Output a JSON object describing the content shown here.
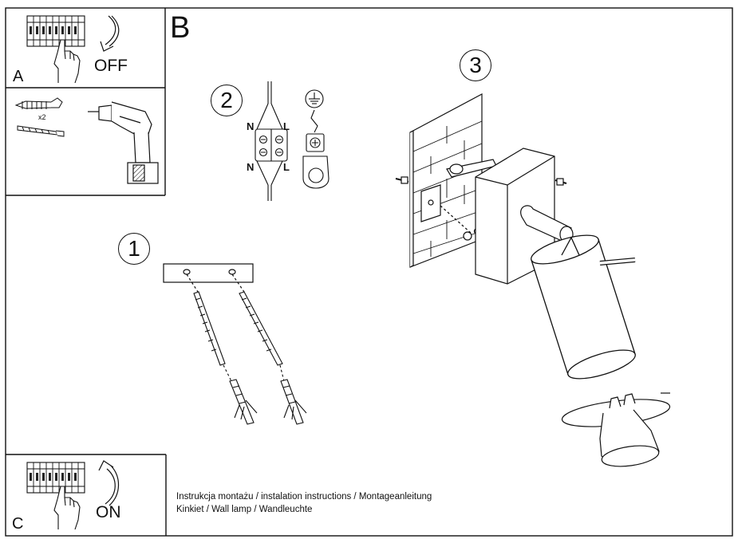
{
  "panels": {
    "a": {
      "letter": "A",
      "state": "OFF"
    },
    "c": {
      "letter": "C",
      "state": "ON"
    }
  },
  "main": {
    "letter": "B",
    "steps": [
      "1",
      "2",
      "3"
    ]
  },
  "tools": {
    "dowel_quantity": "x2"
  },
  "wiring": {
    "top_left": "N",
    "top_right": "L",
    "bottom_left": "N",
    "bottom_right": "L"
  },
  "footer": {
    "line1": "Instrukcja montażu / instalation instructions / Montageanleitung",
    "line2": "Kinkiet / Wall lamp / Wandleuchte"
  }
}
